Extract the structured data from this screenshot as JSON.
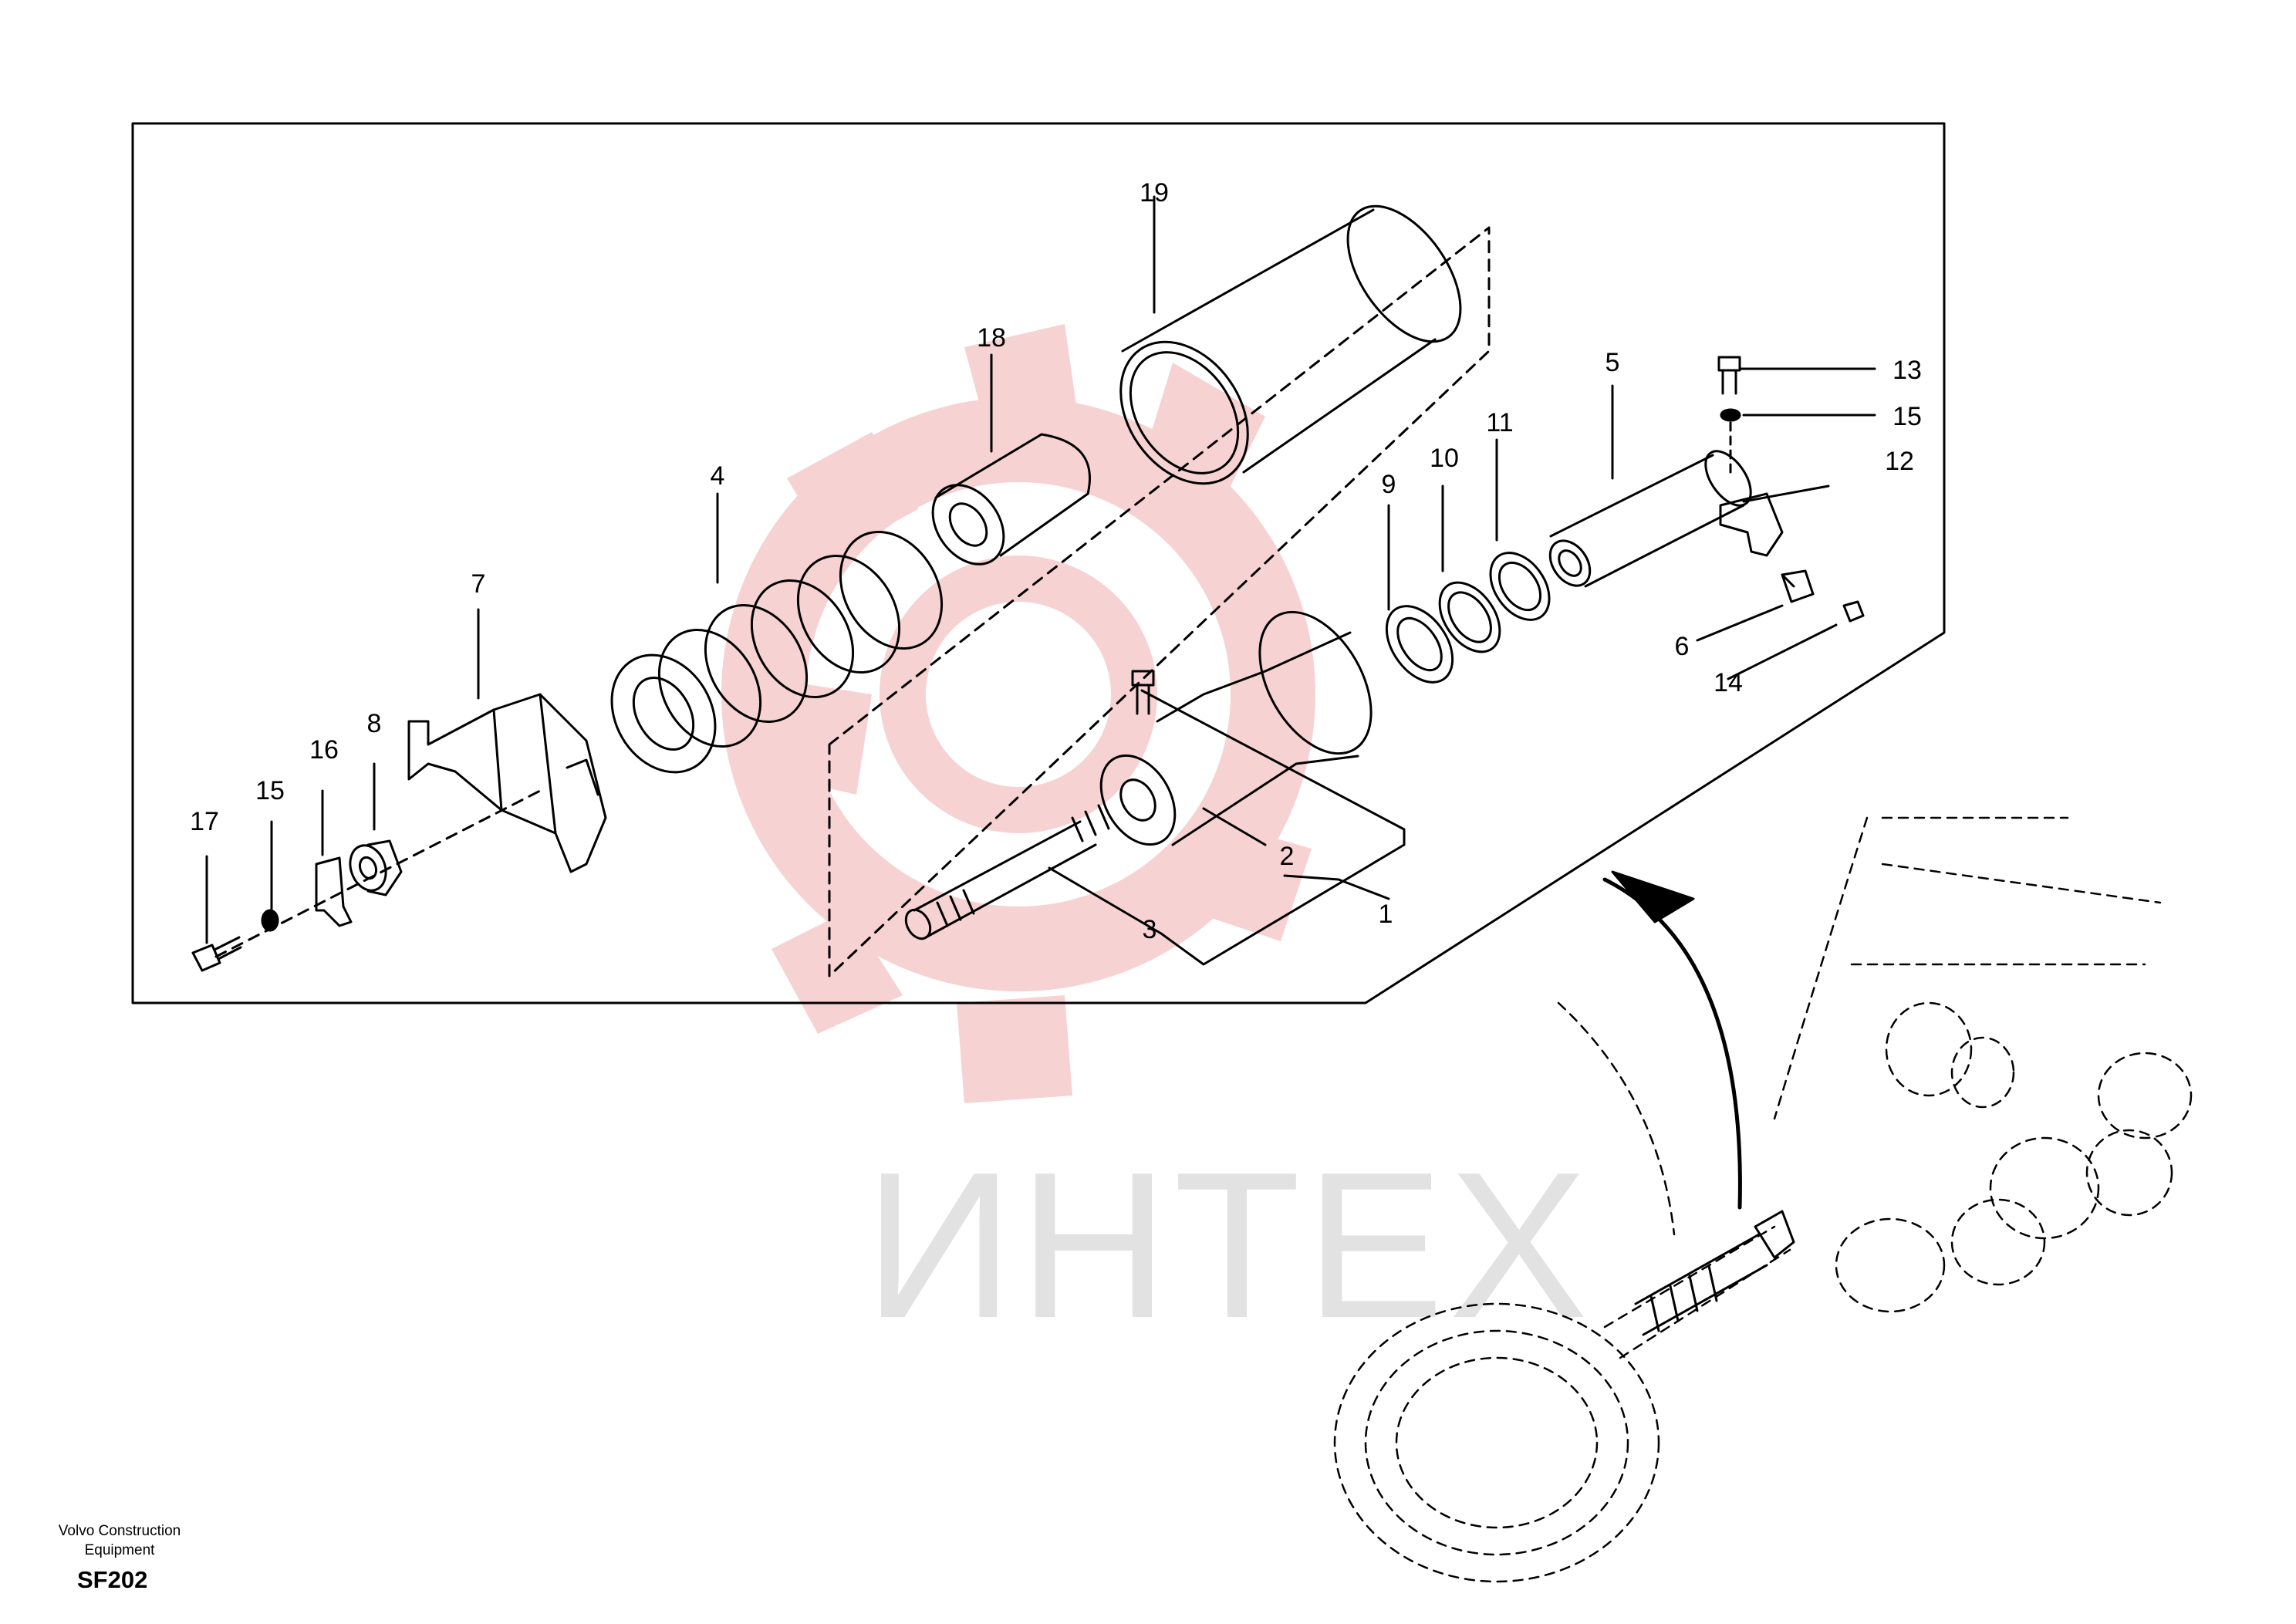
{
  "watermark": {
    "text": "ИНТЕХ",
    "color_gear": "#f7d2d2",
    "color_text": "#e2e2e2"
  },
  "diagram": {
    "line_color": "#000000",
    "callouts": [
      "19",
      "18",
      "4",
      "7",
      "8",
      "16",
      "15",
      "17",
      "5",
      "13",
      "15",
      "12",
      "6",
      "14",
      "9",
      "10",
      "11",
      "2",
      "3",
      "1"
    ]
  },
  "footer": {
    "company_line1": "Volvo Construction",
    "company_line2": "Equipment",
    "code": "SF202"
  }
}
